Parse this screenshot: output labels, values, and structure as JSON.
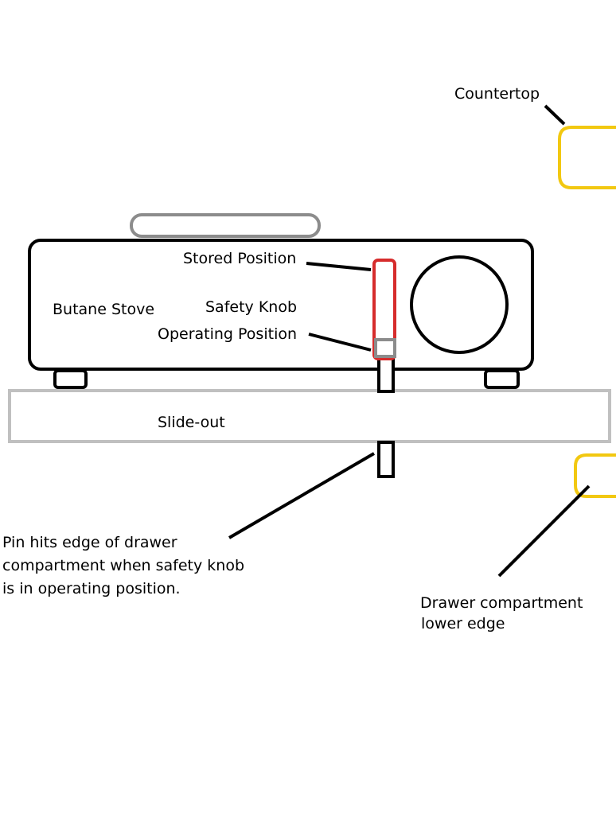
{
  "labels": {
    "countertop": "Countertop",
    "stored_position": "Stored Position",
    "safety_knob": "Safety Knob",
    "operating_position": "Operating Position",
    "butane_stove": "Butane Stove",
    "slide_out": "Slide-out",
    "pin_note": [
      "Pin hits edge of drawer",
      "compartment when safety knob",
      "is in operating position."
    ],
    "drawer_edge": [
      "Drawer compartment",
      "lower edge"
    ]
  },
  "colors": {
    "outline": "#000000",
    "safety_knob": "#d62c2c",
    "knob_square": "#8c8c8c",
    "pot": "#8c8c8c",
    "slide_out": "#c0c0c0",
    "countertop": "#f2c811",
    "butane_label": "#c8272b"
  }
}
